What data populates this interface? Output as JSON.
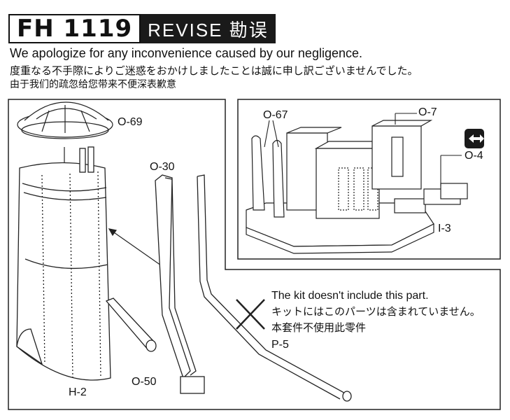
{
  "header": {
    "model": "FH 1119",
    "revise": "REVISE 勘误"
  },
  "apology": {
    "en": "We apologize for any inconvenience caused by our negligence.",
    "ja": "度重なる不手際によりご迷惑をおかけしましたことは誠に申し訳ございませんでした。",
    "zh": "由于我们的疏忽给您带来不便深表歉意"
  },
  "labels": {
    "o69": "O-69",
    "o30": "O-30",
    "h2": "H-2",
    "o50": "O-50",
    "o67": "O-67",
    "o7": "O-7",
    "o4": "O-4",
    "i3": "I-3",
    "p5": "P-5"
  },
  "note": {
    "en": "The kit doesn't include this part.",
    "ja": "キットにはこのパーツは含まれていません。",
    "zh": "本套件不使用此零件"
  },
  "icons": {
    "flip": "flip-arrows-icon",
    "cross": "cross-icon"
  }
}
